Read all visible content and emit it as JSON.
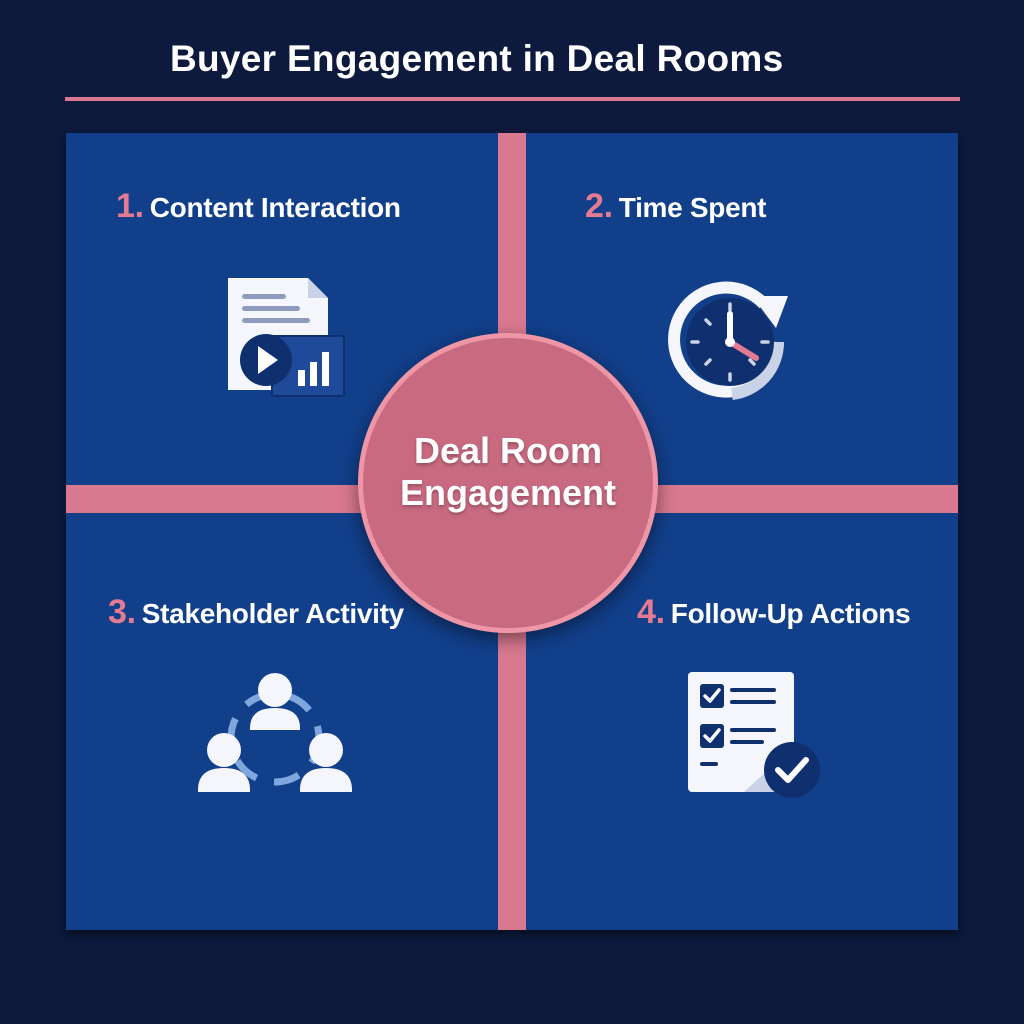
{
  "title": "Buyer Engagement in Deal Rooms",
  "center": {
    "line1": "Deal Room",
    "line2": "Engagement"
  },
  "quadrants": [
    {
      "number": "1.",
      "label": "Content Interaction",
      "icon": "document-video-chart-icon"
    },
    {
      "number": "2.",
      "label": "Time Spent",
      "icon": "clock-refresh-icon"
    },
    {
      "number": "3.",
      "label": "Stakeholder Activity",
      "icon": "stakeholder-group-icon"
    },
    {
      "number": "4.",
      "label": "Follow-Up Actions",
      "icon": "checklist-icon"
    }
  ],
  "colors": {
    "background": "#0d1a3d",
    "panel": "#123f8a",
    "accent_pink": "#d9798f",
    "number_pink": "#e57a93",
    "center_fill": "#c86a80",
    "icon_navy": "#0f2f6e",
    "icon_white": "#f4f6fb"
  }
}
